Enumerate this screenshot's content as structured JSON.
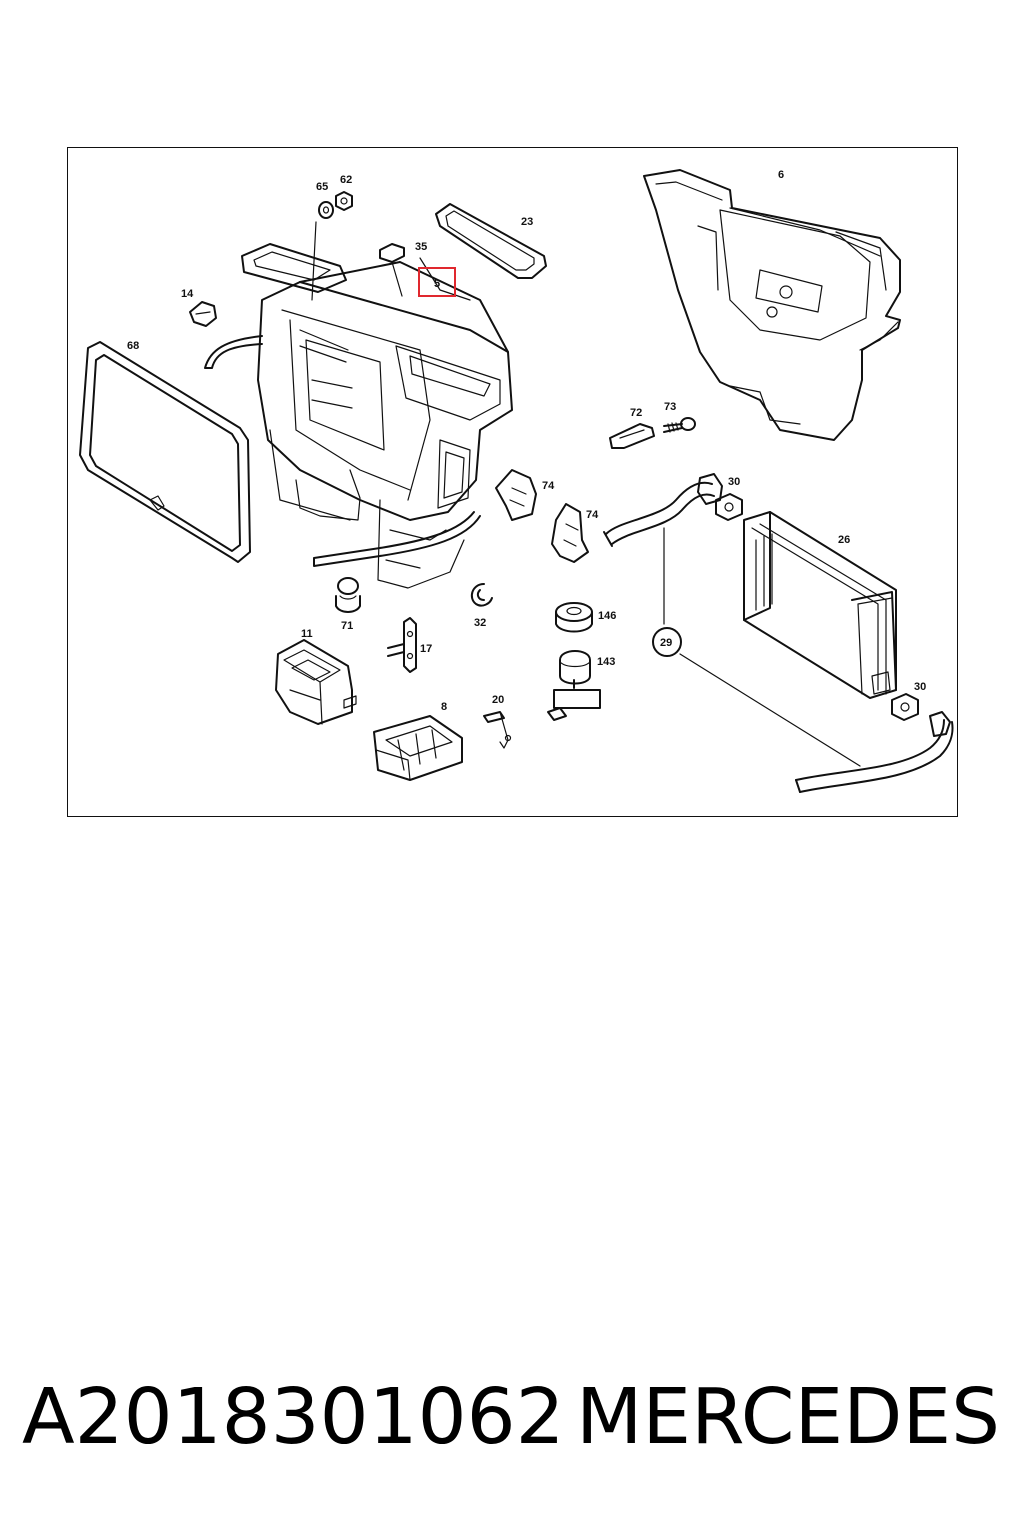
{
  "diagram": {
    "callouts": {
      "c65": "65",
      "c62": "62",
      "c35": "35",
      "c23": "23",
      "c5": "5",
      "c6": "6",
      "c14": "14",
      "c68": "68",
      "c72": "72",
      "c73": "73",
      "c74a": "74",
      "c74b": "74",
      "c30a": "30",
      "c26": "26",
      "c71": "71",
      "c32": "32",
      "c146": "146",
      "c11": "11",
      "c17": "17",
      "c29": "29",
      "c143": "143",
      "c8": "8",
      "c20": "20",
      "c30b": "30"
    },
    "highlight_color": "#e0282e"
  },
  "footer": {
    "part_number": "A2018301062",
    "brand": "MERCEDES"
  }
}
